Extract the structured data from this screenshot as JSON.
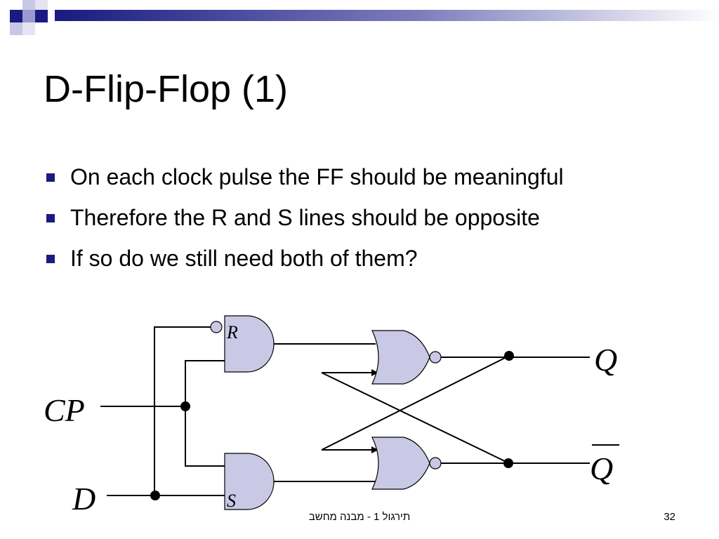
{
  "slide": {
    "title": "D-Flip-Flop (1)",
    "bullets": [
      "On each clock pulse the FF should be meaningful",
      "Therefore the R and S lines should be opposite",
      "If so do we still need both of them?"
    ],
    "footer_text": "תירגול 1 - מבנה מחשב",
    "page_number": "32"
  },
  "diagram": {
    "labels": {
      "cp": "CP",
      "d": "D",
      "r": "R",
      "s": "S",
      "q": "Q",
      "q_bar": "Q"
    }
  },
  "colors": {
    "gate_fill": "#c9c9e6",
    "wire": "#000000",
    "bullet": "#1a1a80",
    "deco_dark": "#1a1a80"
  }
}
